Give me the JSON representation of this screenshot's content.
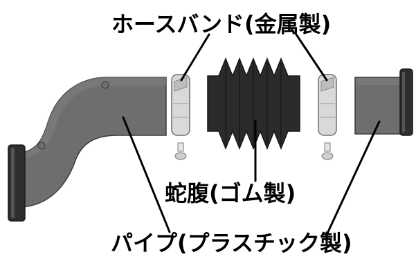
{
  "labels": {
    "hose_band": "ホースバンド(金属製)",
    "bellows": "蛇腹(ゴム製)",
    "pipe": "パイプ(プラスチック製)"
  },
  "colors": {
    "pipe_body": "#6e6e6e",
    "pipe_shadow": "#4f4f4f",
    "flange": "#2e2e2e",
    "bellows": "#2b2b2b",
    "band_metal": "#d9d9d9",
    "band_edge": "#8a8a8a",
    "leader_line": "#000000"
  },
  "parts": [
    {
      "name": "bent-pipe-left",
      "material": "pipe"
    },
    {
      "name": "hose-band-left",
      "material": "metal"
    },
    {
      "name": "rubber-bellows",
      "material": "rubber"
    },
    {
      "name": "hose-band-right",
      "material": "metal"
    },
    {
      "name": "straight-pipe-right",
      "material": "pipe"
    }
  ]
}
